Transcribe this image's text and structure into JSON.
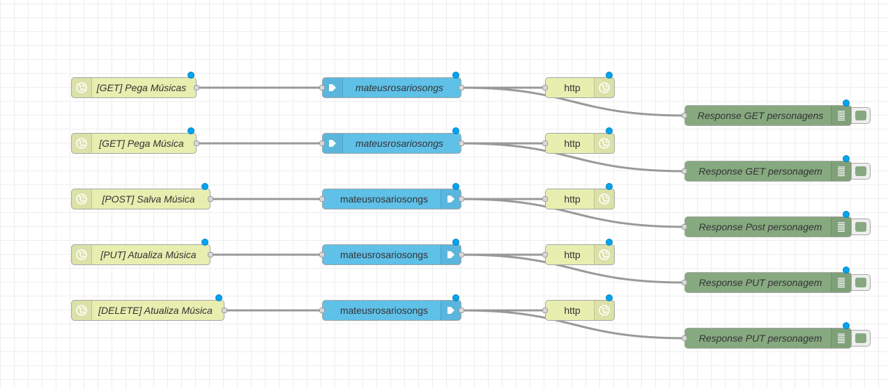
{
  "flow": {
    "http_in_color": "#e7eeb0",
    "mongo_color": "#5fc0e8",
    "http_out_color": "#e7eeb0",
    "debug_color": "#87a980",
    "status_dot_color": "#00a4f0",
    "wire_color": "#999999",
    "rows": [
      {
        "http_in": {
          "label": "[GET] Pega Músicas",
          "icon": "globe-icon"
        },
        "mongo": {
          "label": "mateusrosariosongs",
          "icon": "arrow-in-icon",
          "icon_side": "left"
        },
        "http_out": {
          "label": "http",
          "icon": "globe-icon"
        },
        "debug": {
          "label": "Response GET personagens",
          "icon": "list-icon"
        }
      },
      {
        "http_in": {
          "label": "[GET] Pega Música",
          "icon": "globe-icon"
        },
        "mongo": {
          "label": "mateusrosariosongs",
          "icon": "arrow-in-icon",
          "icon_side": "left"
        },
        "http_out": {
          "label": "http",
          "icon": "globe-icon"
        },
        "debug": {
          "label": "Response GET personagem",
          "icon": "list-icon"
        }
      },
      {
        "http_in": {
          "label": "[POST] Salva Música",
          "icon": "globe-icon"
        },
        "mongo": {
          "label": "mateusrosariosongs",
          "icon": "arrow-out-icon",
          "icon_side": "right"
        },
        "http_out": {
          "label": "http",
          "icon": "globe-icon"
        },
        "debug": {
          "label": "Response Post personagem",
          "icon": "list-icon"
        }
      },
      {
        "http_in": {
          "label": "[PUT] Atualiza Música",
          "icon": "globe-icon"
        },
        "mongo": {
          "label": "mateusrosariosongs",
          "icon": "arrow-out-icon",
          "icon_side": "right"
        },
        "http_out": {
          "label": "http",
          "icon": "globe-icon"
        },
        "debug": {
          "label": "Response PUT personagem",
          "icon": "list-icon"
        }
      },
      {
        "http_in": {
          "label": "[DELETE] Atualiza Música",
          "icon": "globe-icon"
        },
        "mongo": {
          "label": "mateusrosariosongs",
          "icon": "arrow-out-icon",
          "icon_side": "right"
        },
        "http_out": {
          "label": "http",
          "icon": "globe-icon"
        },
        "debug": {
          "label": "Response PUT personagem",
          "icon": "list-icon"
        }
      }
    ]
  }
}
